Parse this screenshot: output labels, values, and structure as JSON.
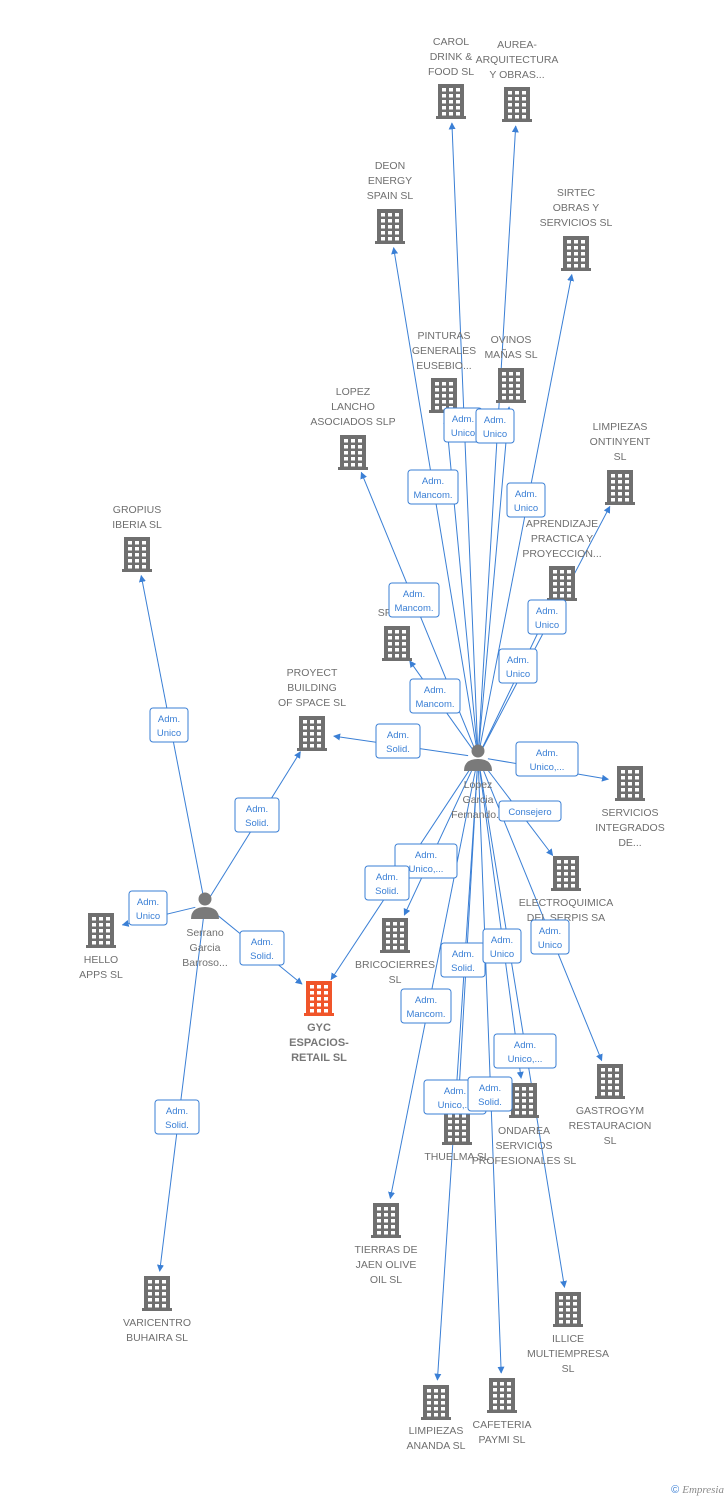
{
  "colors": {
    "edge": "#3a7fd5",
    "company": "#6f6f6f",
    "focus": "#f0552a",
    "person": "#7a7a7a"
  },
  "people": [
    {
      "id": "lopez",
      "lines": [
        "Lopez",
        "Garcia",
        "Fernando..."
      ]
    },
    {
      "id": "serrano",
      "lines": [
        "Serrano",
        "Garcia",
        "Barroso..."
      ]
    }
  ],
  "companies": [
    {
      "id": "carol",
      "lines": [
        "CAROL",
        "DRINK &",
        "FOOD  SL"
      ]
    },
    {
      "id": "aurea",
      "lines": [
        "AUREA-",
        "ARQUITECTURA",
        "Y OBRAS..."
      ]
    },
    {
      "id": "deon",
      "lines": [
        "DEON",
        "ENERGY",
        "SPAIN  SL"
      ]
    },
    {
      "id": "sirtec",
      "lines": [
        "SIRTEC",
        "OBRAS Y",
        "SERVICIOS  SL"
      ]
    },
    {
      "id": "pinturas",
      "lines": [
        "PINTURAS",
        "GENERALES",
        "EUSEBIO..."
      ]
    },
    {
      "id": "ovinos",
      "lines": [
        "OVINOS",
        "MAÑAS  SL"
      ]
    },
    {
      "id": "lopezlancho",
      "lines": [
        "LOPEZ",
        "LANCHO",
        "ASOCIADOS SLP"
      ]
    },
    {
      "id": "limpont",
      "lines": [
        "LIMPIEZAS",
        "ONTINYENT",
        "SL"
      ]
    },
    {
      "id": "aprendizaje",
      "lines": [
        "APRENDIZAJE",
        "PRACTICA Y",
        "PROYECCION..."
      ]
    },
    {
      "id": "gropius",
      "lines": [
        "GROPIUS",
        "IBERIA  SL"
      ]
    },
    {
      "id": "sport",
      "lines": [
        "R...",
        "SPOR..."
      ]
    },
    {
      "id": "proyect",
      "lines": [
        "PROYECT",
        "BUILDING",
        "OF SPACE SL"
      ]
    },
    {
      "id": "servicios",
      "lines": [
        "SERVICIOS",
        "INTEGRADOS",
        "DE..."
      ]
    },
    {
      "id": "electro",
      "lines": [
        "ELECTROQUIMICA",
        "DEL SERPIS SA"
      ]
    },
    {
      "id": "hello",
      "lines": [
        "HELLO",
        "APPS SL"
      ]
    },
    {
      "id": "brico",
      "lines": [
        "BRICOCIERRES",
        "SL"
      ]
    },
    {
      "id": "gyc",
      "lines": [
        "GYC",
        "ESPACIOS-",
        "RETAIL  SL"
      ],
      "focus": true
    },
    {
      "id": "gastro",
      "lines": [
        "GASTROGYM",
        "RESTAURACION",
        "SL"
      ]
    },
    {
      "id": "thuelma",
      "lines": [
        "THUELMA  SL"
      ]
    },
    {
      "id": "ondarea",
      "lines": [
        "ONDAREA",
        "SERVICIOS",
        "PROFESIONALES SL"
      ]
    },
    {
      "id": "tierras",
      "lines": [
        "TIERRAS DE",
        "JAEN OLIVE",
        "OIL  SL"
      ]
    },
    {
      "id": "varicentro",
      "lines": [
        "VARICENTRO",
        "BUHAIRA  SL"
      ]
    },
    {
      "id": "illice",
      "lines": [
        "ILLICE",
        "MULTIEMPRESA",
        "SL"
      ]
    },
    {
      "id": "limpanan",
      "lines": [
        "LIMPIEZAS",
        "ANANDA  SL"
      ]
    },
    {
      "id": "cafeteria",
      "lines": [
        "CAFETERIA",
        "PAYMI SL"
      ]
    }
  ],
  "edges": [
    {
      "from": "lopez",
      "to": "carol",
      "label": []
    },
    {
      "from": "lopez",
      "to": "aurea",
      "label": []
    },
    {
      "from": "lopez",
      "to": "deon",
      "label": [
        "Adm.",
        "Mancom."
      ]
    },
    {
      "from": "lopez",
      "to": "sirtec",
      "label": [
        "Adm.",
        "Unico"
      ]
    },
    {
      "from": "lopez",
      "to": "pinturas",
      "label": [
        "Adm.",
        "Unico"
      ]
    },
    {
      "from": "lopez",
      "to": "ovinos",
      "label": [
        "Adm.",
        "Unico"
      ]
    },
    {
      "from": "lopez",
      "to": "lopezlancho",
      "label": [
        "Adm.",
        "Mancom."
      ]
    },
    {
      "from": "lopez",
      "to": "limpont",
      "label": [
        "Adm.",
        "Unico"
      ]
    },
    {
      "from": "lopez",
      "to": "aprendizaje",
      "label": [
        "Adm.",
        "Unico"
      ]
    },
    {
      "from": "lopez",
      "to": "sport",
      "label": [
        "Adm.",
        "Mancom."
      ]
    },
    {
      "from": "lopez",
      "to": "proyect",
      "label": [
        "Adm.",
        "Solid."
      ]
    },
    {
      "from": "lopez",
      "to": "servicios",
      "label": [
        "Adm.",
        "Unico,..."
      ]
    },
    {
      "from": "lopez",
      "to": "electro",
      "label": [
        "Consejero"
      ]
    },
    {
      "from": "lopez",
      "to": "brico",
      "label": [
        "Adm.",
        "Unico,..."
      ]
    },
    {
      "from": "lopez",
      "to": "gyc",
      "label": [
        "Adm.",
        "Solid."
      ]
    },
    {
      "from": "lopez",
      "to": "gastro",
      "label": [
        "Adm.",
        "Unico"
      ]
    },
    {
      "from": "lopez",
      "to": "thuelma",
      "label": [
        "Adm.",
        "Solid."
      ]
    },
    {
      "from": "lopez",
      "to": "ondarea",
      "label": [
        "Adm.",
        "Unico"
      ]
    },
    {
      "from": "lopez",
      "to": "tierras",
      "label": [
        "Adm.",
        "Mancom."
      ]
    },
    {
      "from": "lopez",
      "to": "illice",
      "label": [
        "Adm.",
        "Unico,..."
      ]
    },
    {
      "from": "lopez",
      "to": "limpanan",
      "label": [
        "Adm.",
        "Unico,..."
      ]
    },
    {
      "from": "lopez",
      "to": "cafeteria",
      "label": [
        "Adm.",
        "Solid."
      ]
    },
    {
      "from": "serrano",
      "to": "gropius",
      "label": [
        "Adm.",
        "Unico"
      ]
    },
    {
      "from": "serrano",
      "to": "proyect",
      "label": [
        "Adm.",
        "Solid."
      ]
    },
    {
      "from": "serrano",
      "to": "hello",
      "label": [
        "Adm.",
        "Unico"
      ]
    },
    {
      "from": "serrano",
      "to": "gyc",
      "label": [
        "Adm.",
        "Solid."
      ]
    },
    {
      "from": "serrano",
      "to": "varicentro",
      "label": [
        "Adm.",
        "Solid."
      ]
    }
  ],
  "footer": {
    "copyright": "©",
    "brand": "Empresia"
  }
}
